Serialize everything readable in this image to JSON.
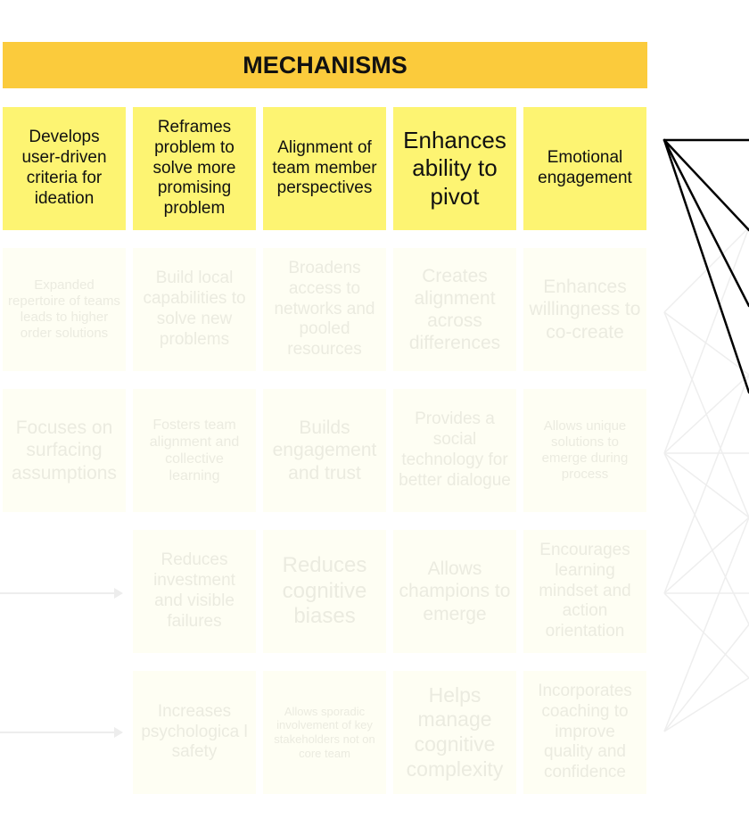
{
  "header": {
    "title": "MECHANISMS"
  },
  "colors": {
    "header": "#fbcb3c",
    "active_card": "#fdf472",
    "faded_card": "#fefef3",
    "faded_text": "#ebebe0"
  },
  "active_row": [
    "Develops user-driven criteria for ideation",
    "Reframes problem to solve more promising problem",
    "Alignment of team member perspectives",
    "Enhances ability to pivot",
    "Emotional engagement"
  ],
  "faded_rows": [
    [
      "Expanded repertoire of teams leads to higher order solutions",
      "Build local capabilities to solve new problems",
      "Broadens access to networks and pooled resources",
      "Creates alignment across differences",
      "Enhances willingness to co-create"
    ],
    [
      "Focuses on surfacing assumptions",
      "Fosters team alignment and collective learning",
      "Builds engagement and trust",
      "Provides a social technology for better dialogue",
      "Allows unique solutions to emerge during process"
    ],
    [
      "",
      "Reduces investment and visible failures",
      "Reduces cognitive biases",
      "Allows champions to emerge",
      "Encourages learning mindset and action orientation"
    ],
    [
      "",
      "Increases psychologica l safety",
      "Allows sporadic involvement of key stakeholders not on core team",
      "Helps manage cognitive complexity",
      "Incorporates coaching to improve quality and confidence"
    ]
  ]
}
